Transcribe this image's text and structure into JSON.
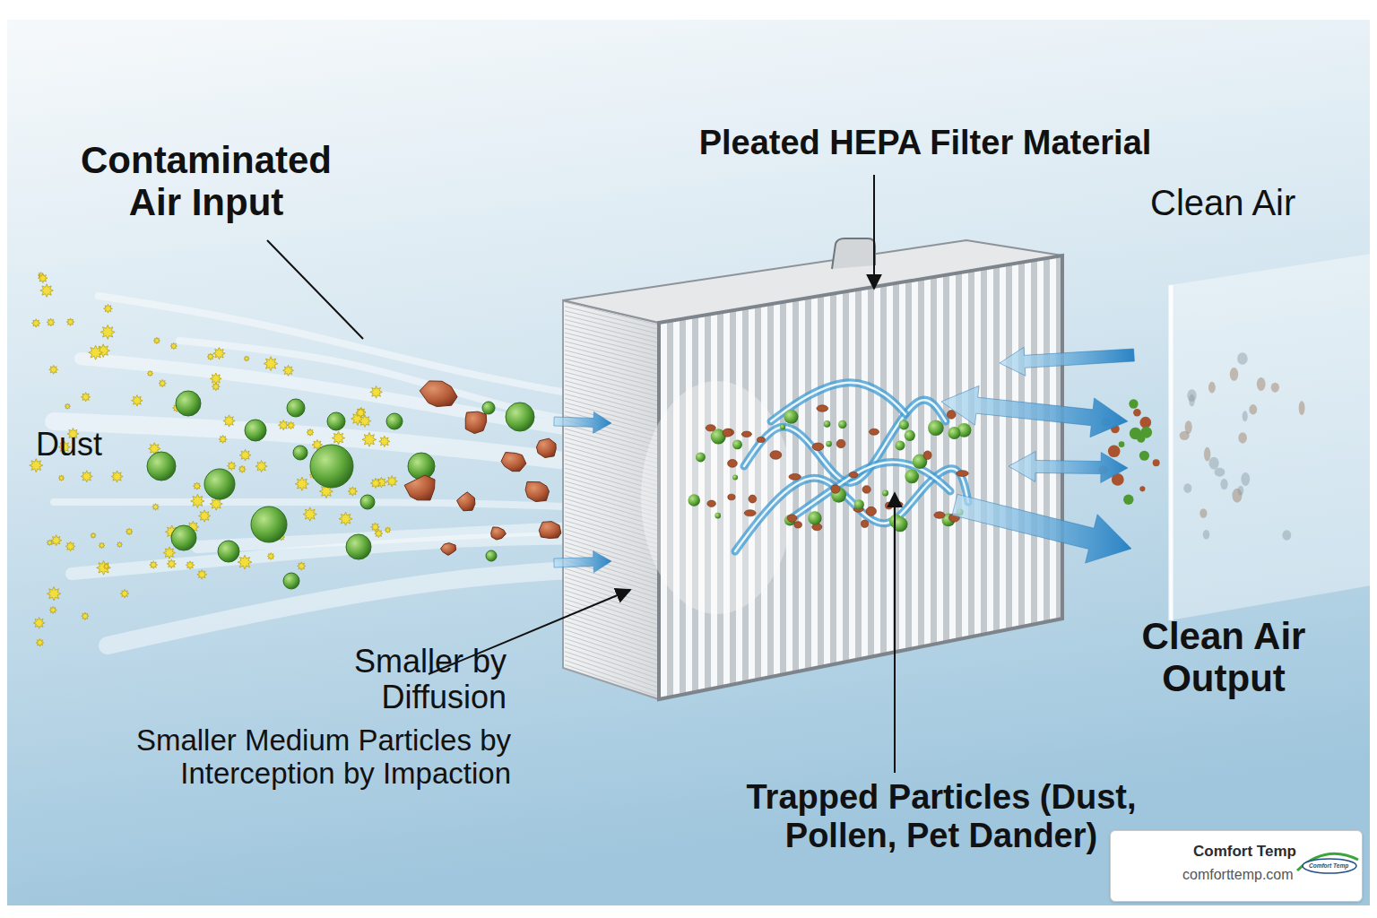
{
  "diagram": {
    "nodes": [
      {
        "text": [
          "Comfort Temp",
          "comforttemp.com",
          "Comfort Temp"
        ]
      }
    ],
    "labels": [
      "Contaminated Air Input",
      "Pleated HEPA Filter Material",
      "Clean Air",
      "Dust",
      "Smaller by Diffusion",
      "Smaller Medium Particles by Interception by Impaction",
      "Clean Air Output",
      "Trapped Particles (Dust, Pollen, Pet Dander)"
    ]
  }
}
